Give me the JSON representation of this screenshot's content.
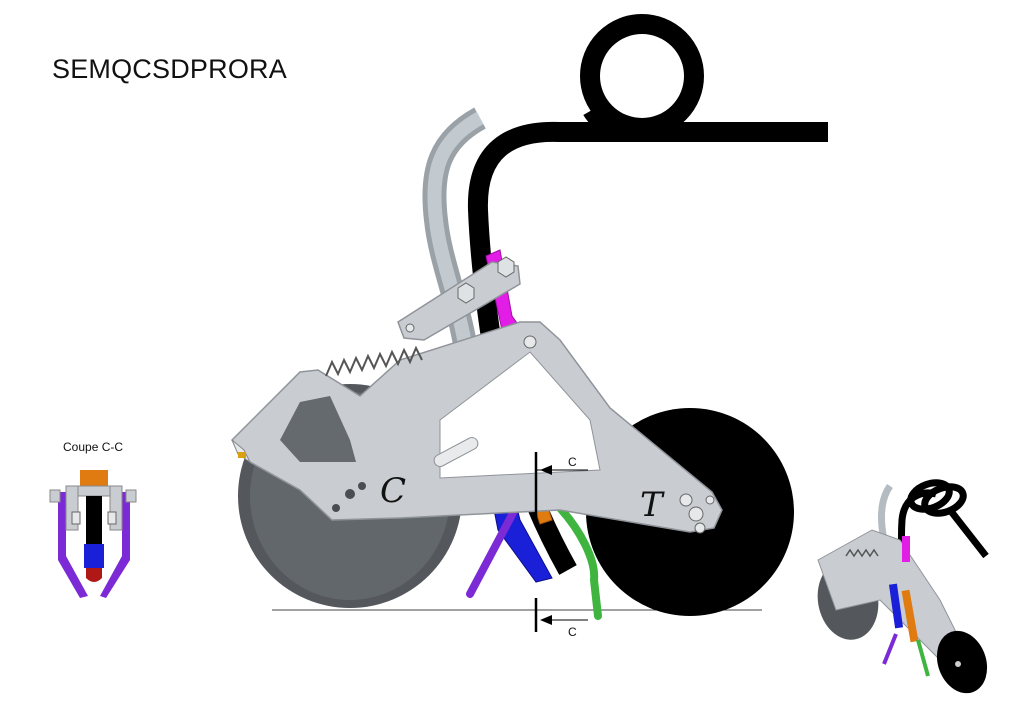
{
  "drawing": {
    "title": "SEMQCSDPRORA",
    "section_label": "Coupe C-C",
    "section_marker_top": "C",
    "section_marker_bottom": "C",
    "part_labels": {
      "c_label": "C",
      "t_label": "T"
    }
  },
  "colors": {
    "frame": "#c9cdd2",
    "frame_stroke": "#8f949a",
    "tube": "#b4bcc2",
    "tine": "#000000",
    "wheel_front": "#54585d",
    "wheel_rear": "#000000",
    "magenta_part": "#e21ee6",
    "orange_part": "#e07b12",
    "blue_part": "#1a1fd8",
    "green_part": "#3fb53f",
    "purple_part": "#7b2ad6",
    "red_tip": "#b01818"
  }
}
